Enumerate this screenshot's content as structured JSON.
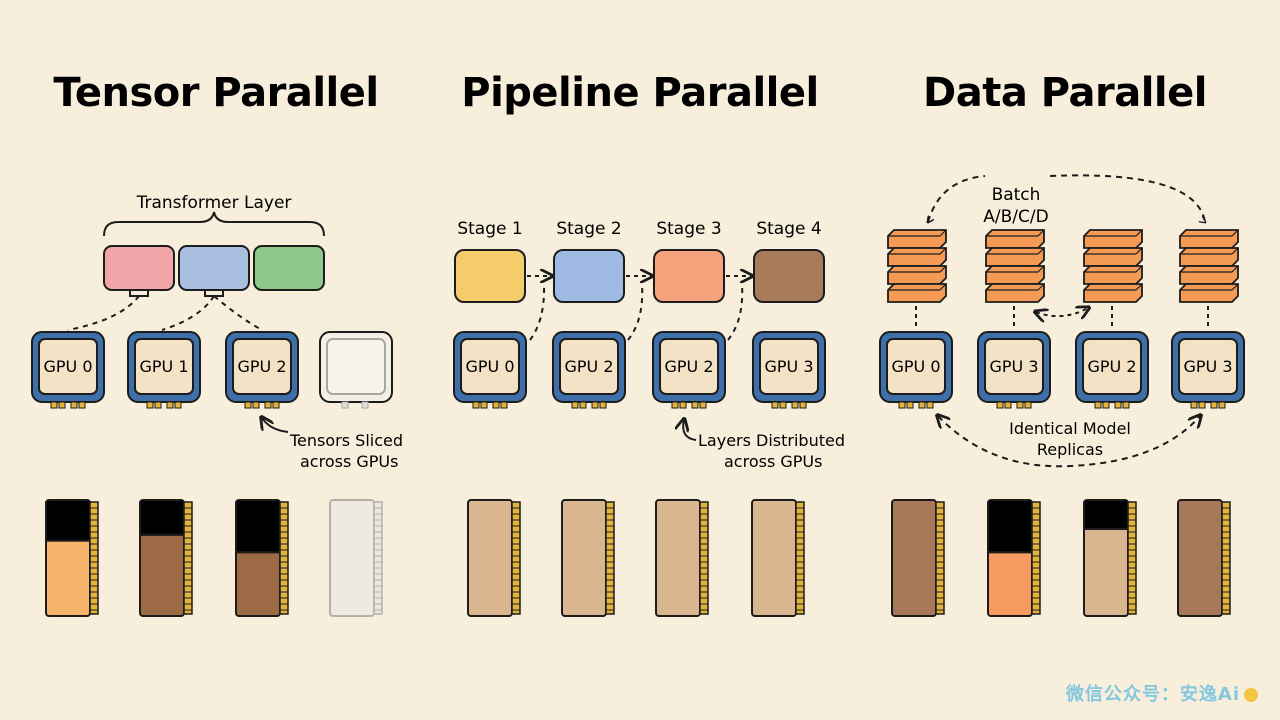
{
  "panels": [
    {
      "title": "Tensor Parallel",
      "caption": "Transformer Layer",
      "layer_colors": [
        "#f2a5a8",
        "#a9bfe0",
        "#8fc98a"
      ],
      "gpus": [
        "GPU 0",
        "GPU 1",
        "GPU 2",
        ""
      ],
      "annotation": [
        "Tensors Sliced",
        "across GPUs"
      ],
      "memory": [
        {
          "top": "#efe4cc",
          "bottom": "#f6b46a",
          "split": 0.35
        },
        {
          "top": "#8cabd6",
          "bottom": "#9c6b46",
          "split": 0.3
        },
        {
          "top": "#f3cf74",
          "bottom": "#9c6b46",
          "split": 0.45
        },
        {
          "top": "#eeeae2",
          "bottom": "#eeeae2",
          "split": 0
        }
      ]
    },
    {
      "title": "Pipeline Parallel",
      "stages": [
        "Stage 1",
        "Stage 2",
        "Stage 3",
        "Stage 4"
      ],
      "stage_colors": [
        "#f5cc6a",
        "#9fbbe3",
        "#f5a37c",
        "#a97b5a"
      ],
      "gpus": [
        "GPU 0",
        "GPU 2",
        "GPU 2",
        "GPU 3"
      ],
      "annotation": [
        "Layers Distributed",
        "across GPUs"
      ],
      "memory_color": "#d9b68f"
    },
    {
      "title": "Data Parallel",
      "batch": [
        "Batch",
        "A/B/C/D"
      ],
      "batch_color": "#f59a55",
      "gpus": [
        "GPU 0",
        "GPU 3",
        "GPU 2",
        "GPU 3"
      ],
      "annotation": [
        "Identical Model",
        "Replicas"
      ],
      "memory": [
        {
          "top": "#a8785a",
          "bottom": "#a8785a",
          "split": 0
        },
        {
          "top": "#a8785a",
          "bottom": "#f59a60",
          "split": 0.45
        },
        {
          "top": "#9c6b46",
          "bottom": "#d9b68f",
          "split": 0.25
        },
        {
          "top": "#a8785a",
          "bottom": "#a8785a",
          "split": 0
        }
      ]
    }
  ],
  "colors": {
    "gpu_frame": "#3f6fa8",
    "gpu_chip": "#f3e2c5",
    "pins": "#e3b43a",
    "ink": "#1c1c1c",
    "background": "#f7efdc"
  },
  "watermark": "微信公众号：安逸Ai"
}
